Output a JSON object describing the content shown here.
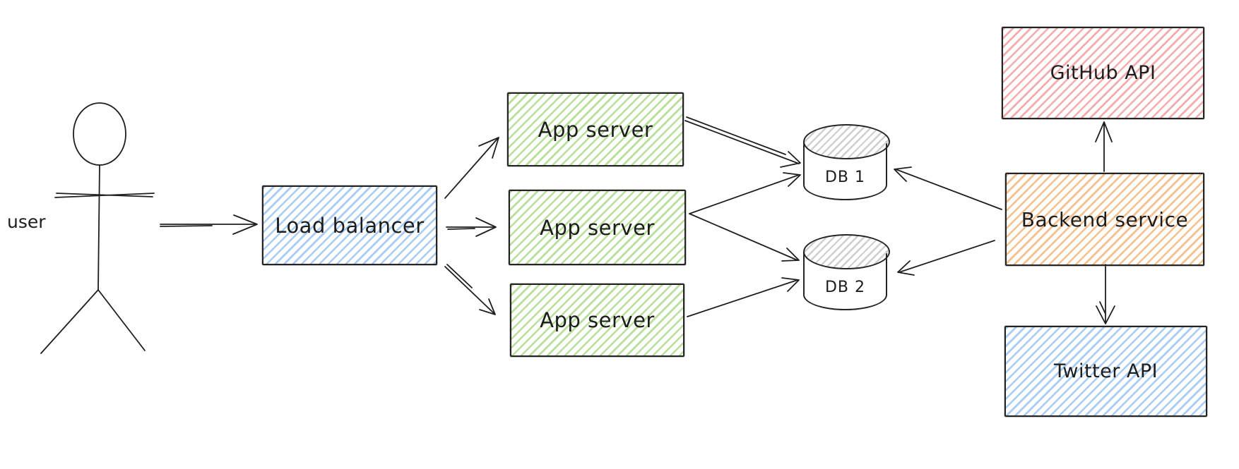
{
  "colors": {
    "stroke": "#1e1e1e",
    "blue_hatch": "#a8ccf4",
    "green_hatch": "#b8e09b",
    "red_hatch": "#f6acac",
    "orange_hatch": "#f6bf8c",
    "cylinder_top_hatch": "#cfcfcf",
    "background": "#ffffff"
  },
  "nodes": {
    "user": {
      "label": "user",
      "type": "actor"
    },
    "load_balancer": {
      "label": "Load balancer",
      "fill": "#a8ccf4",
      "type": "rectangle"
    },
    "app_server_1": {
      "label": "App server",
      "fill": "#b8e09b",
      "type": "rectangle"
    },
    "app_server_2": {
      "label": "App server",
      "fill": "#b8e09b",
      "type": "rectangle"
    },
    "app_server_3": {
      "label": "App server",
      "fill": "#b8e09b",
      "type": "rectangle"
    },
    "db_1": {
      "label": "DB 1",
      "fill": "#ffffff",
      "type": "cylinder"
    },
    "db_2": {
      "label": "DB 2",
      "fill": "#ffffff",
      "type": "cylinder"
    },
    "backend_service": {
      "label": "Backend service",
      "fill": "#f6bf8c",
      "type": "rectangle"
    },
    "github_api": {
      "label": "GitHub API",
      "fill": "#f6acac",
      "type": "rectangle"
    },
    "twitter_api": {
      "label": "Twitter API",
      "fill": "#a8ccf4",
      "type": "rectangle"
    }
  },
  "edges": [
    {
      "from": "user",
      "to": "load_balancer"
    },
    {
      "from": "load_balancer",
      "to": "app_server_1"
    },
    {
      "from": "load_balancer",
      "to": "app_server_2"
    },
    {
      "from": "load_balancer",
      "to": "app_server_3"
    },
    {
      "from": "app_server_1",
      "to": "db_1"
    },
    {
      "from": "app_server_2",
      "to": "db_1"
    },
    {
      "from": "app_server_2",
      "to": "db_2"
    },
    {
      "from": "app_server_3",
      "to": "db_2"
    },
    {
      "from": "backend_service",
      "to": "db_1"
    },
    {
      "from": "backend_service",
      "to": "db_2"
    },
    {
      "from": "backend_service",
      "to": "github_api"
    },
    {
      "from": "backend_service",
      "to": "twitter_api"
    }
  ]
}
